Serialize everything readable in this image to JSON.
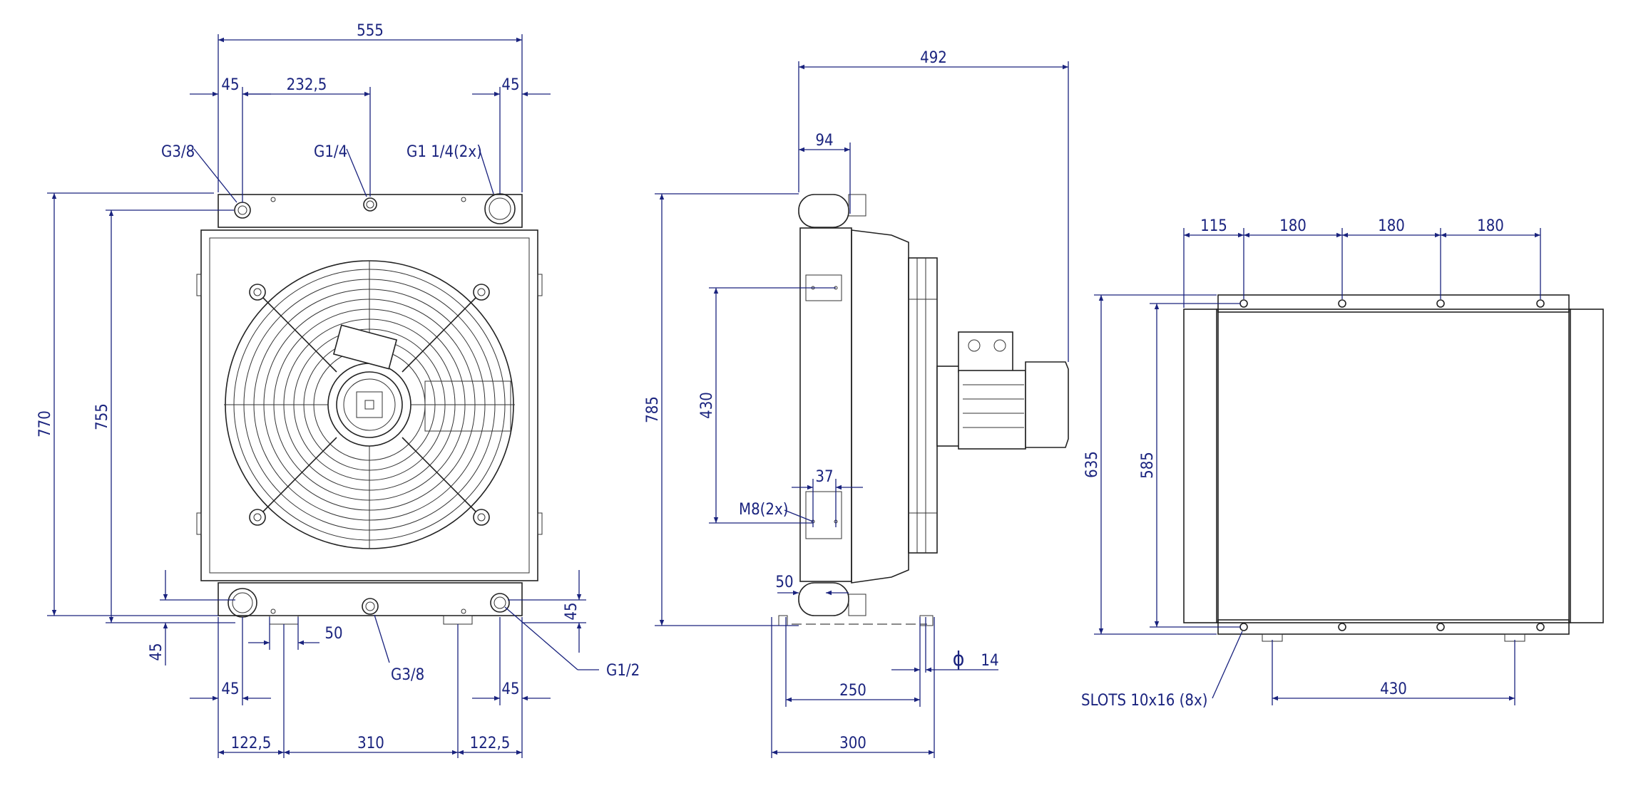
{
  "colors": {
    "dimension": "#1a237e",
    "outline": "#222222",
    "background": "#ffffff"
  },
  "front_view": {
    "dim_overall_width": "555",
    "dim_left_offset": "45",
    "dim_port_spacing": "232,5",
    "dim_right_offset": "45",
    "callout_port_left_top": "G3/8",
    "callout_port_center_top": "G1/4",
    "callout_port_right_top": "G1 1/4(2x)",
    "dim_overall_height": "770",
    "dim_port_height": "755",
    "dim_bottom_left": "45",
    "dim_slot_width": "50",
    "callout_port_bottom_center": "G3/8",
    "callout_port_bottom_right": "G1/2",
    "dim_bottom_right": "45",
    "dim_bottom_left_offset": "45",
    "dim_bottom_right_offset": "45",
    "dim_foot_left": "122,5",
    "dim_foot_span": "310",
    "dim_foot_right": "122,5"
  },
  "side_view": {
    "dim_overall_depth": "492",
    "dim_core_depth": "94",
    "dim_overall_height": "785",
    "dim_mount_spacing": "430",
    "dim_mount_offset": "37",
    "callout_mount_holes": "M8(2x)",
    "dim_foot_offset": "50",
    "dim_foot_spacing": "250",
    "dim_foot_hole": "14",
    "dim_hole_symbol": "ϕ",
    "dim_foot_width": "300"
  },
  "bottom_view": {
    "dim_first_hole": "115",
    "dim_hole_pitch_1": "180",
    "dim_hole_pitch_2": "180",
    "dim_hole_pitch_3": "180",
    "dim_overall_height": "635",
    "dim_hole_spacing": "585",
    "callout_slots": "SLOTS 10x16 (8x)",
    "dim_foot_spacing": "430"
  }
}
